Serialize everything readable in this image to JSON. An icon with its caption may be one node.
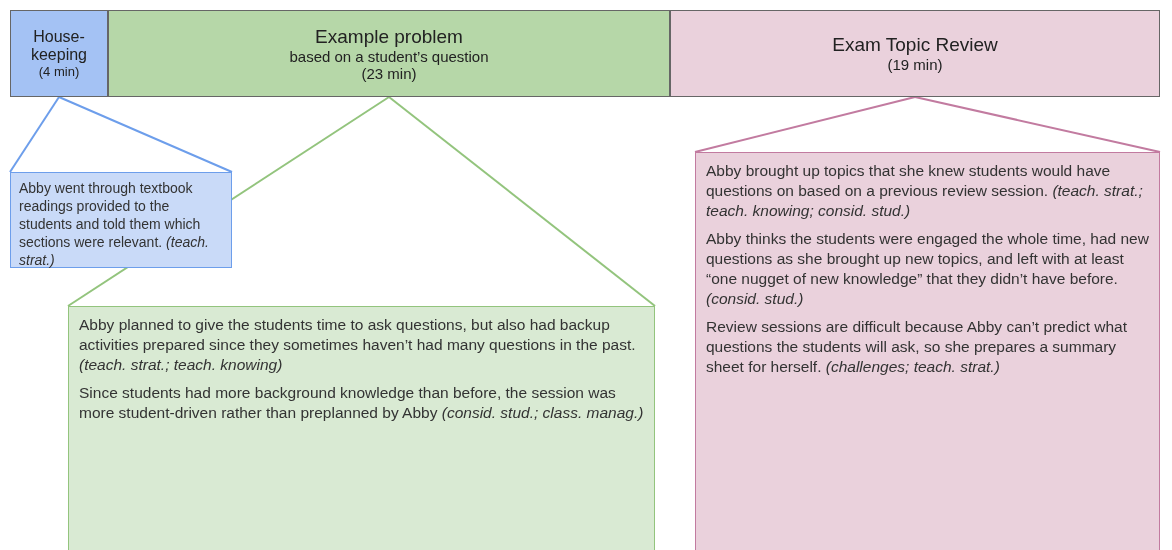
{
  "diagram": {
    "nodes": [
      {
        "text": [
          "House-keeping",
          "(4 min)"
        ]
      },
      {
        "text": [
          "Example problem",
          "based on a student’s question",
          "(23 min)"
        ]
      },
      {
        "text": [
          "Exam Topic Review",
          "(19 min)"
        ]
      },
      {
        "text": [
          "Abby went through textbook readings provided to the students and told them which sections were relevant. *(teach. strat.)*"
        ]
      },
      {
        "text": [
          "Abby planned to give the students time to ask questions, but also had backup activities prepared since they sometimes haven’t had many questions in the past. *(teach. strat.; teach. knowing)*",
          "Since students had more background knowledge than before, the session was more student-driven rather than preplanned by Abby *(consid. stud.; class. manag.)*"
        ]
      },
      {
        "text": [
          "Abby brought up topics that she knew students would have questions on based on a previous review session. *(teach. strat.; teach. knowing; consid. stud.)*",
          "Abby thinks the students were engaged the whole time, had new questions as she brought up new topics, and left with at least “one nugget of new knowledge” that they didn’t have before. *(consid. stud.)*",
          "Review sessions are difficult because Abby can’t predict what questions the students will ask, so she prepares a summary sheet for herself. *(challenges; teach. strat.)*"
        ]
      }
    ],
    "edges": [
      {
        "from": 0,
        "to": 3,
        "arrow": "none",
        "color": "#6d9eeb"
      },
      {
        "from": 0,
        "to": 3,
        "arrow": "none",
        "color": "#6d9eeb"
      },
      {
        "from": 1,
        "to": 4,
        "arrow": "none",
        "color": "#93c47d"
      },
      {
        "from": 1,
        "to": 4,
        "arrow": "none",
        "color": "#93c47d"
      },
      {
        "from": 2,
        "to": 5,
        "arrow": "none",
        "color": "#c27ba0"
      },
      {
        "from": 2,
        "to": 5,
        "arrow": "none",
        "color": "#c27ba0"
      }
    ]
  }
}
